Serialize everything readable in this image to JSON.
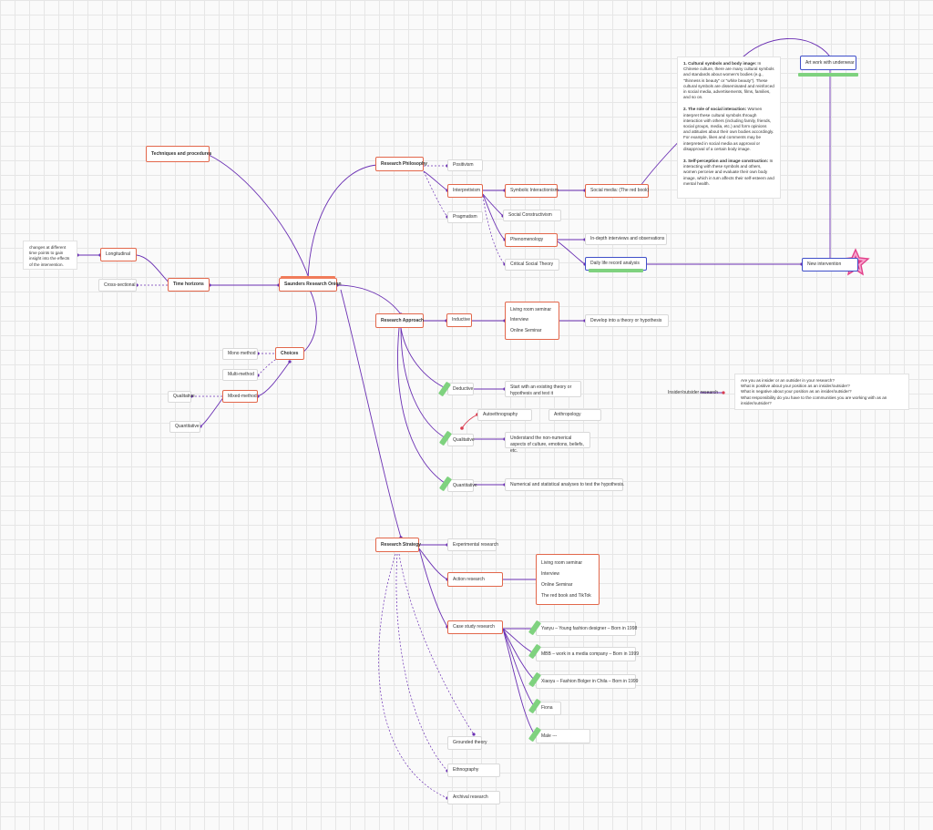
{
  "diagram": {
    "center": "Saunders Research Onion",
    "techniques": "Techniques and procedures",
    "time_horizons": {
      "label": "Time horizons",
      "longitudinal": "Longitudinal",
      "longitudinal_note": "changes at different time points to gain insight into the effects of the intervention.",
      "cross_sectional": "Cross-sectional"
    },
    "choices": {
      "label": "Choices",
      "mono": "Mono method",
      "multi": "Multi-method",
      "mixed": "Mixed-method",
      "qualitative": "Qualitative",
      "quantitative": "Quantitative"
    },
    "philosophy": {
      "label": "Research Philosophy",
      "positivism": "Positivism",
      "interpretivism": "Interpretivism",
      "pragmatism": "Pragmatism",
      "symbolic": "Symbolic Interactionism",
      "social_constructivism": "Social Constructivism",
      "phenomenology": "Phenomenology",
      "critical_social": "Critical Social Theory",
      "social_media": "Social media: (The red book)",
      "interviews": "In-depth interviews and observations",
      "daily_life": "Daily life record analysis",
      "new_intervention": "New intervention",
      "artwork": "Art work with underwear"
    },
    "notes": {
      "n1_bold": "1. Cultural symbols and body image:",
      "n1_text": " In Chinese culture, there are many cultural symbols and standards about women's bodies (e.g., \"thinness is beauty\" or \"white beauty\"). These cultural symbols are disseminated and reinforced in social media, advertisements, films, families, and so on.",
      "n2_bold": "2. The role of social interaction:",
      "n2_text": " Women interpret these cultural symbols through interaction with others (including family, friends, social groups, media, etc.) and form opinions and attitudes about their own bodies accordingly. For example, likes and comments may be interpreted in social media as approval or disapproval of a certain body image.",
      "n3_bold": "3. Self-perception and image construction:",
      "n3_text": " In interacting with these symbols and others, women perceive and evaluate their own body image, which in turn affects their self-esteem and mental health."
    },
    "approach": {
      "label": "Research Approach",
      "inductive": "Inductive",
      "ind_items": [
        "Living room seminar",
        "Interview",
        "Online Seminar"
      ],
      "develop": "Develop into a theory or hypothesis",
      "deductive": "Deductive",
      "deductive_note": "Start with an existing theory or hypothesis and test it",
      "qualitative": "Qualitative",
      "autoethnography": "Autoethnography",
      "anthropology": "Anthropology",
      "qual_note": "Understand the non-numerical aspects of culture, emotions, beliefs, etc.",
      "quantitative": "Quantitative",
      "quant_note": "Numerical and statistical analyses to test the hypothesis."
    },
    "insider": {
      "label": "Insider/outsider research",
      "q1": "Are you as insider or an outsider in your research?",
      "q2": "What is positive about your position as an insider/outsider?",
      "q3": "What is negative about your position as an insider/outsider?",
      "q4": "What responsibility do you have to the communities you are working with as an insider/outsider?"
    },
    "strategy": {
      "label": "Research Strategy",
      "experimental": "Experimental research",
      "action": "Action research",
      "action_items": [
        "Living room seminar",
        "Interview",
        "Online Seminar",
        "The red book and TikTok"
      ],
      "case_study": "Case study research",
      "cases": [
        "Yanyu – Young fashion designer – Born in 1998",
        "MBB – work in a media company – Born in 1999",
        "Xiaoyu – Fashion Bolger in Chila – Born in 1999",
        "Fiona",
        "Male ---"
      ],
      "grounded": "Grounded theory",
      "ethnography": "Ethnography",
      "archival": "Archival research"
    }
  }
}
